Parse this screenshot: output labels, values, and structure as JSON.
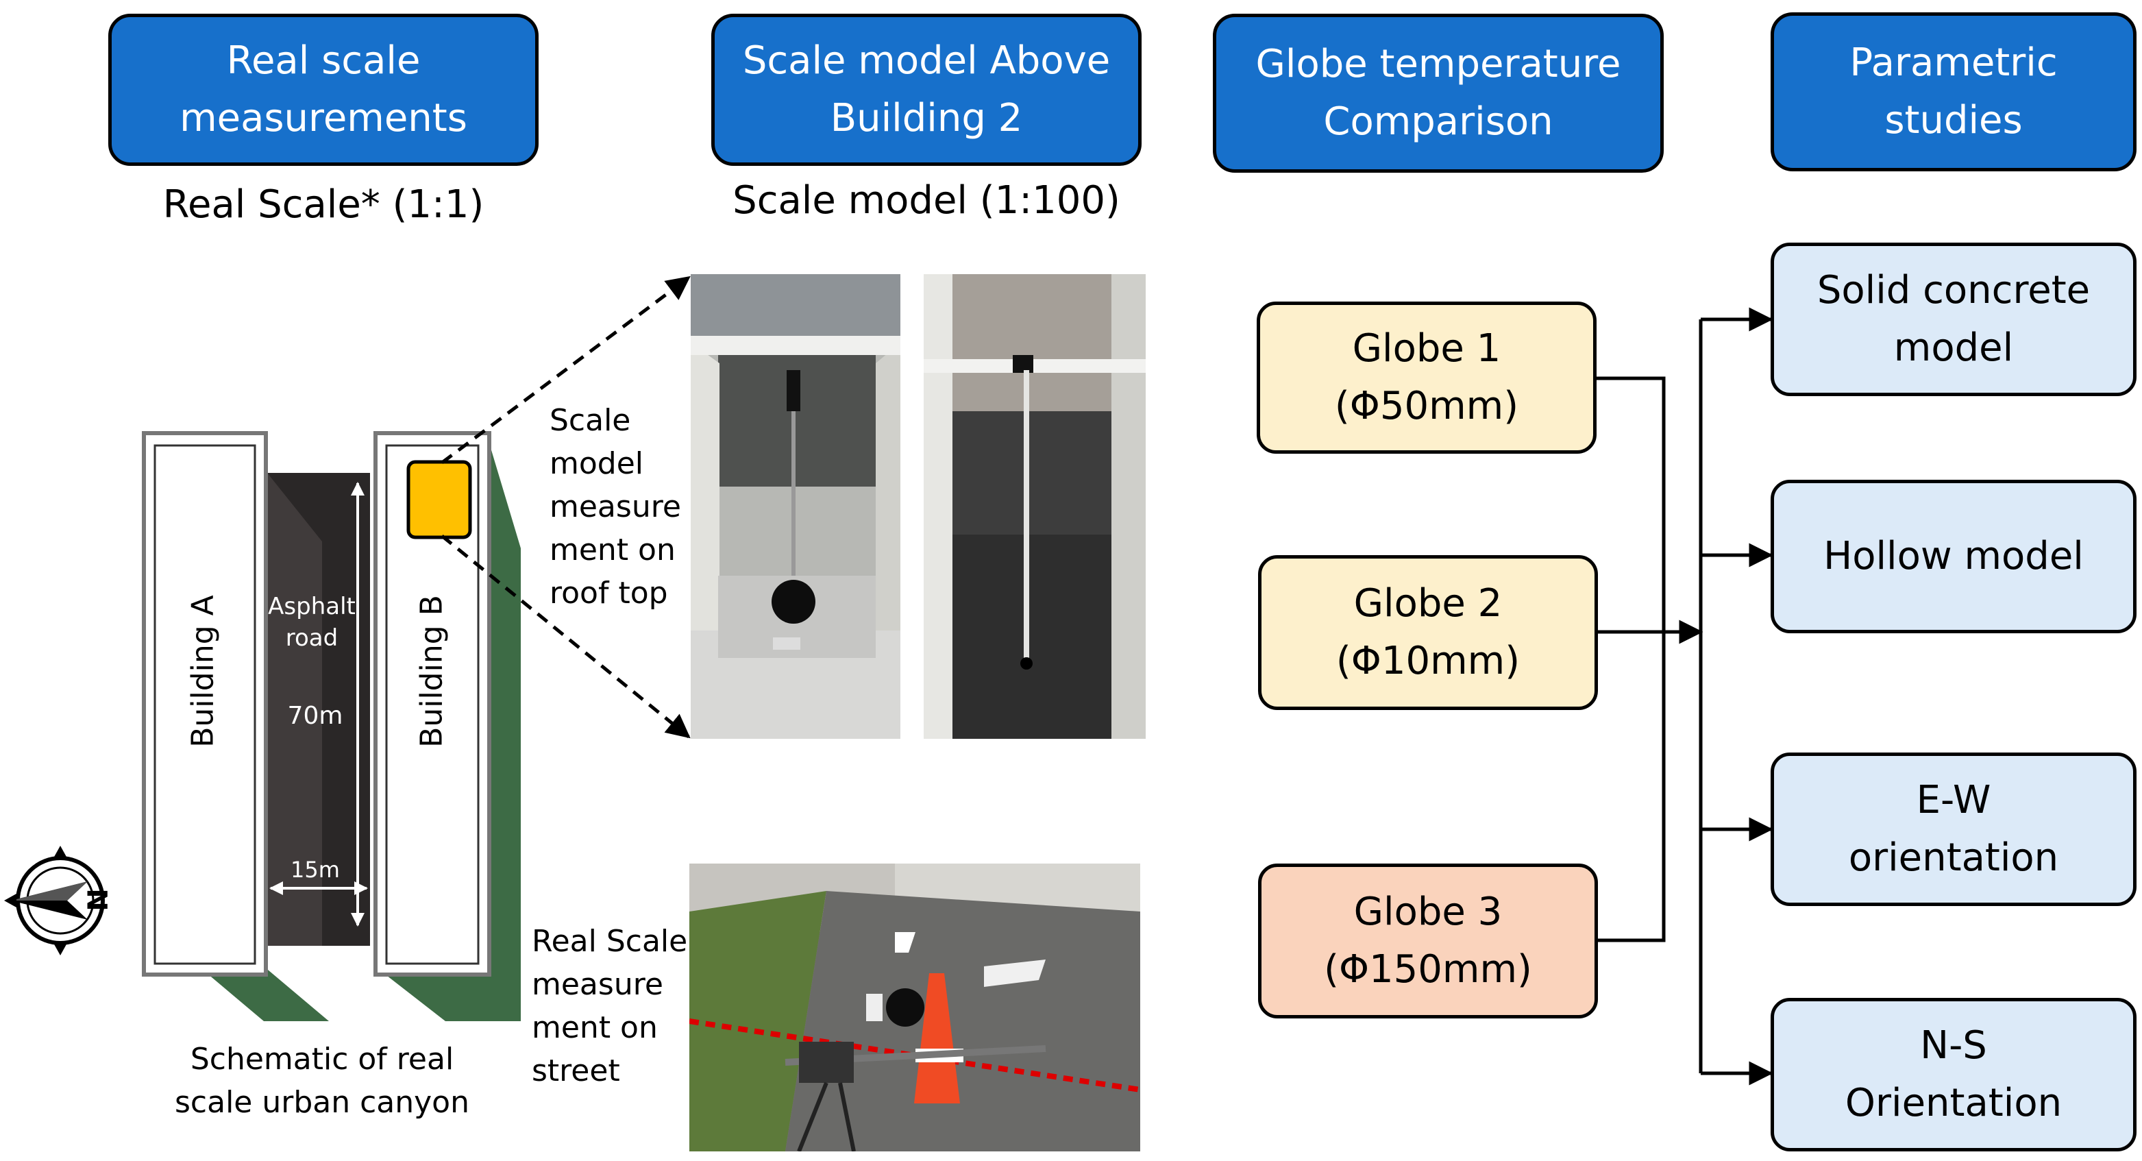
{
  "headers": {
    "real_scale": "Real scale\nmeasurements",
    "scale_model": "Scale model Above\nBuilding 2",
    "globe_comparison": "Globe temperature\nComparison",
    "parametric": "Parametric\nstudies"
  },
  "captions": {
    "real_scale_ratio": "Real Scale* (1:1)",
    "scale_model_ratio": "Scale model (1:100)"
  },
  "schematic": {
    "building_a": "Building A",
    "building_b": "Building B",
    "road": "Asphalt\nroad",
    "length": "70m",
    "width": "15m",
    "compass_letter": "N",
    "caption": "Schematic of real\nscale urban canyon"
  },
  "notes": {
    "roof_note": "Scale\nmodel\nmeasure\nment on\nroof top",
    "street_note": "Real Scale\nmeasure\nment on\nstreet"
  },
  "globes": [
    {
      "label": "Globe 1\n(Φ50mm)",
      "color": "#fdf0cc"
    },
    {
      "label": "Globe 2\n(Φ10mm)",
      "color": "#fdf0cc"
    },
    {
      "label": "Globe 3\n(Φ150mm)",
      "color": "#fad3bc"
    }
  ],
  "parametric_items": [
    {
      "label": "Solid concrete\nmodel"
    },
    {
      "label": "Hollow model"
    },
    {
      "label": "E-W\norientation"
    },
    {
      "label": "N-S\nOrientation"
    }
  ],
  "colors": {
    "header_blue": "#1770cb",
    "param_blue": "#dceaf8",
    "building_green": "#3d6b45",
    "road_dark": "#2a2727",
    "marker_yellow": "#ffc000"
  }
}
